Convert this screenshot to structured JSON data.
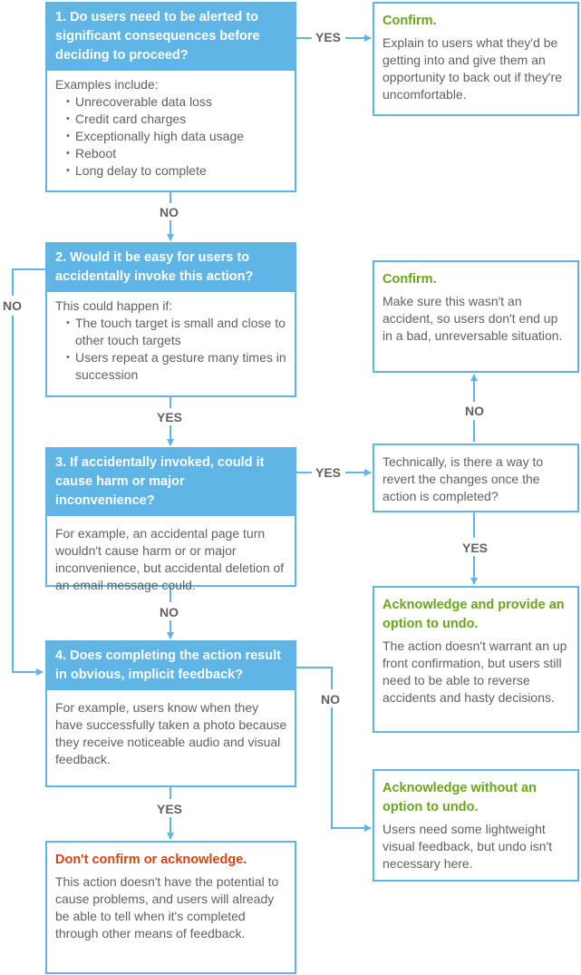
{
  "q1": {
    "title": "1. Do users need to be alerted to significant consequences before deciding to proceed?",
    "intro": "Examples include:",
    "items": [
      "Unrecoverable data loss",
      "Credit card charges",
      "Exceptionally high data usage",
      "Reboot",
      "Long delay to complete"
    ]
  },
  "q2": {
    "title": "2. Would it be easy for users to accidentally invoke this action?",
    "intro": "This could happen if:",
    "items": [
      "The touch target is small and close to other touch targets",
      "Users repeat a gesture many times in succession"
    ]
  },
  "q3": {
    "title": "3. If accidentally invoked, could it cause harm or major inconvenience?",
    "text": "For example, an accidental page turn wouldn't cause harm or or major inconvenience, but accidental deletion of an email message could."
  },
  "q4": {
    "title": "4. Does completing the action result in obvious, implicit feedback?",
    "text": "For example, users know when they have successfully taken a photo because they receive noticeable audio and visual feedback."
  },
  "revert": {
    "text": "Technically, is there a way to revert the changes once the action is completed?"
  },
  "results": {
    "confirm1": {
      "title": "Confirm.",
      "text": "Explain to users what they'd be getting into and give them an opportunity to back out if they're uncomfortable."
    },
    "confirm2": {
      "title": "Confirm.",
      "text": "Make sure this wasn't an accident, so users don't end up in a bad, unreversable situation."
    },
    "ack_undo": {
      "title": "Acknowledge and provide an option to undo.",
      "text": "The action doesn't warrant an up front confirmation, but users still need to be able to reverse accidents and hasty decisions."
    },
    "ack_no_undo": {
      "title": "Acknowledge without an option to undo.",
      "text": "Users need some lightweight visual feedback, but undo isn't necessary here."
    },
    "dont_confirm": {
      "title": "Don't confirm or acknowledge.",
      "text": "This action doesn't have the potential to cause problems, and users will already be able to tell when it's completed through other means of feedback."
    }
  },
  "labels": {
    "q1_yes": "YES",
    "q1_no": "NO",
    "q2_yes": "YES",
    "q2_no": "NO",
    "q3_yes": "YES",
    "q3_no": "NO",
    "q4_yes": "YES",
    "q4_no": "NO",
    "revert_yes": "YES",
    "revert_no": "NO"
  },
  "colors": {
    "box": "#5eb5e6",
    "green_title": "#69a61b",
    "red_title": "#d84315",
    "text": "#616161"
  }
}
